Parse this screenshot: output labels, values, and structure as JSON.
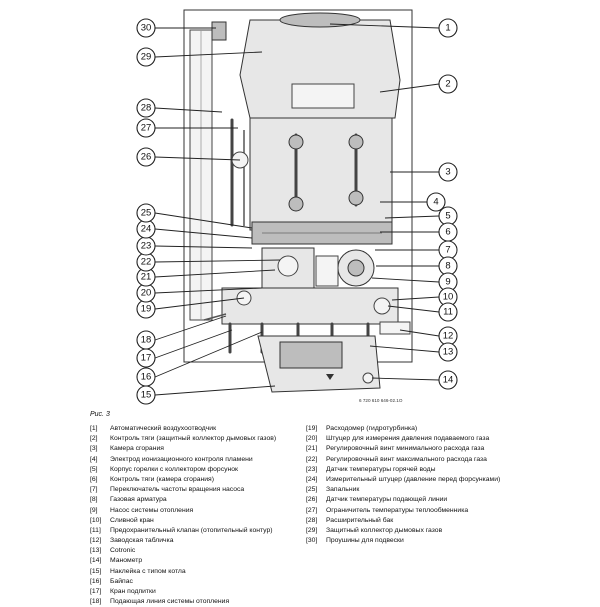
{
  "figure": {
    "caption": "Рис. 3",
    "code": "6 720 610 646-02.1O",
    "callouts": [
      "1",
      "2",
      "3",
      "4",
      "5",
      "6",
      "7",
      "8",
      "9",
      "10",
      "11",
      "12",
      "13",
      "14",
      "15",
      "16",
      "17",
      "18",
      "19",
      "20",
      "21",
      "22",
      "23",
      "24",
      "25",
      "26",
      "27",
      "28",
      "29",
      "30"
    ]
  },
  "legend": {
    "left": [
      {
        "num": "[1]",
        "text": "Автоматический воздухоотводчик"
      },
      {
        "num": "[2]",
        "text": "Контроль тяги (защитный коллектор дымовых газов)"
      },
      {
        "num": "[3]",
        "text": "Камера сгорания"
      },
      {
        "num": "[4]",
        "text": "Электрод ионизационного контроля пламени"
      },
      {
        "num": "[5]",
        "text": "Корпус горелки с коллектором форсунок"
      },
      {
        "num": "[6]",
        "text": "Контроль тяги (камера сгорания)"
      },
      {
        "num": "[7]",
        "text": "Переключатель частоты вращения насоса"
      },
      {
        "num": "[8]",
        "text": "Газовая арматура"
      },
      {
        "num": "[9]",
        "text": "Насос системы отопления"
      },
      {
        "num": "[10]",
        "text": "Сливной кран"
      },
      {
        "num": "[11]",
        "text": "Предохранительный клапан (отопительный контур)"
      },
      {
        "num": "[12]",
        "text": "Заводская табличка"
      },
      {
        "num": "[13]",
        "text": "Cotronic"
      },
      {
        "num": "[14]",
        "text": "Манометр"
      },
      {
        "num": "[15]",
        "text": "Наклейка с типом котла"
      },
      {
        "num": "[16]",
        "text": "Байпас"
      },
      {
        "num": "[17]",
        "text": "Кран подпитки"
      },
      {
        "num": "[18]",
        "text": "Подающая линия системы отопления"
      }
    ],
    "right": [
      {
        "num": "[19]",
        "text": "Расходомер (гидротурбинка)"
      },
      {
        "num": "[20]",
        "text": "Штуцер для измерения давления подаваемого газа"
      },
      {
        "num": "[21]",
        "text": "Регулировочный винт минимального расхода газа"
      },
      {
        "num": "[22]",
        "text": "Регулировочный винт максимального расхода газа"
      },
      {
        "num": "[23]",
        "text": "Датчик температуры горячей воды"
      },
      {
        "num": "[24]",
        "text": "Измерительный штуцер (давление перед форсунками)"
      },
      {
        "num": "[25]",
        "text": "Запальник"
      },
      {
        "num": "[26]",
        "text": "Датчик температуры подающей линии"
      },
      {
        "num": "[27]",
        "text": "Ограничитель температуры теплообменника"
      },
      {
        "num": "[28]",
        "text": "Расширительный бак"
      },
      {
        "num": "[29]",
        "text": "Защитный коллектор дымовых газов"
      },
      {
        "num": "[30]",
        "text": "Проушины для подвески"
      }
    ]
  }
}
